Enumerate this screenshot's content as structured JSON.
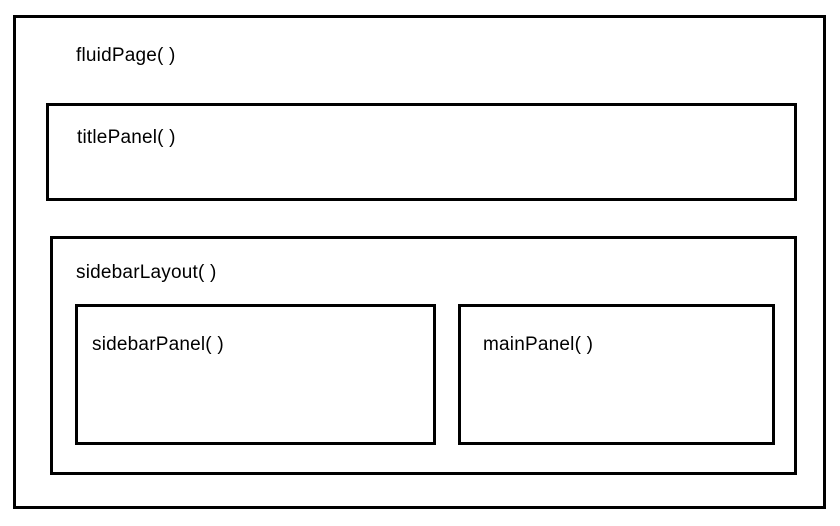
{
  "colors": {
    "background": "#ffffff",
    "box_border": "#000000",
    "text": "#000000"
  },
  "diagram": {
    "fluid_page": {
      "label": "fluidPage( )"
    },
    "title_panel": {
      "label": "titlePanel( )"
    },
    "sidebar_layout": {
      "label": "sidebarLayout( )"
    },
    "sidebar_panel": {
      "label": "sidebarPanel( )"
    },
    "main_panel": {
      "label": "mainPanel( )"
    }
  }
}
